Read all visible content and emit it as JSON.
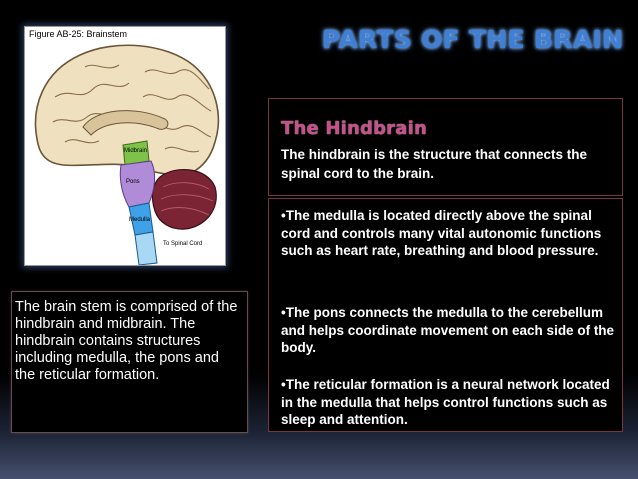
{
  "slide_title": "PARTS OF THE BRAIN",
  "figure": {
    "caption": "Figure AB-25: Brainstem",
    "labels": {
      "midbrain": "Midbrain",
      "pons": "Pons",
      "medulla": "Medulla",
      "spinal_cord": "To Spinal Cord"
    }
  },
  "left_text": "The brain stem is comprised of the hindbrain and midbrain. The hindbrain contains structures including medulla, the pons and the reticular formation.",
  "hindbrain": {
    "title": "The Hindbrain",
    "description": "The hindbrain is the structure that connects the spinal cord to the brain."
  },
  "bullets": [
    "•The medulla is located directly above the spinal cord and controls many vital autonomic functions such as heart rate, breathing and blood pressure.",
    "•The pons connects the medulla to the cerebellum and helps coordinate movement on each side of the body.",
    "•The reticular formation is a neural network located in the medulla that helps control functions such as sleep and attention."
  ],
  "colors": {
    "title_blue": "#3f7fd4",
    "hindbrain_title": "#c94e8a",
    "box_border": "#7a3545",
    "midbrain_green": "#7fc24a",
    "pons_purple": "#b08bd8",
    "medulla_blue": "#3fa2e8",
    "cerebellum_maroon": "#7a2434",
    "cortex_tan": "#efe0bf"
  }
}
